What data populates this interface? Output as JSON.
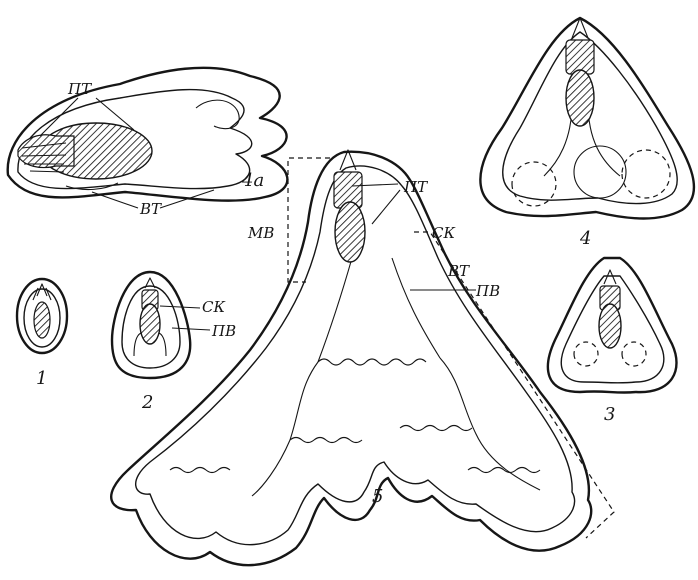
{
  "labels": {
    "pt": "ПТ",
    "vt": "ВТ",
    "sk": "СК",
    "pv": "ПВ",
    "mv": "МВ"
  },
  "figure_numbers": {
    "f1": "1",
    "f2": "2",
    "f3": "3",
    "f4": "4",
    "f4a": "4а",
    "f5": "5"
  }
}
